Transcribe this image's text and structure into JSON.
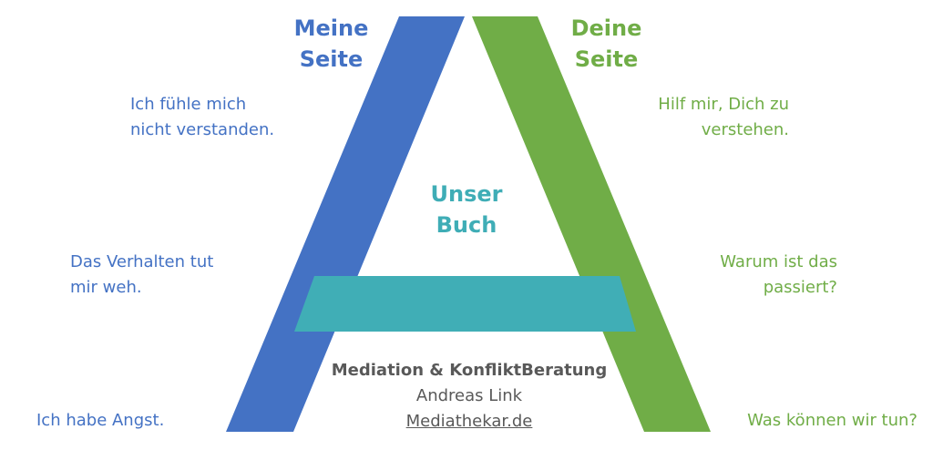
{
  "colors": {
    "left_leg": "#4472c4",
    "right_leg": "#70ad47",
    "crossbar": "#40aeb6",
    "footer_text": "#595959"
  },
  "left": {
    "heading": [
      "Meine",
      "Seite"
    ],
    "statements": [
      [
        "Ich fühle mich",
        "nicht verstanden."
      ],
      [
        "Das Verhalten tut",
        "mir weh."
      ],
      [
        "Ich habe Angst."
      ]
    ]
  },
  "right": {
    "heading": [
      "Deine",
      "Seite"
    ],
    "statements": [
      [
        "Hilf mir, Dich zu",
        "verstehen."
      ],
      [
        "Warum ist das",
        "passiert?"
      ],
      [
        "Was können wir tun?"
      ]
    ]
  },
  "center": {
    "heading": [
      "Unser",
      "Buch"
    ]
  },
  "footer": {
    "title": "Mediation & KonfliktBeratung",
    "name": "Andreas Link",
    "link": "Mediathekar.de"
  }
}
